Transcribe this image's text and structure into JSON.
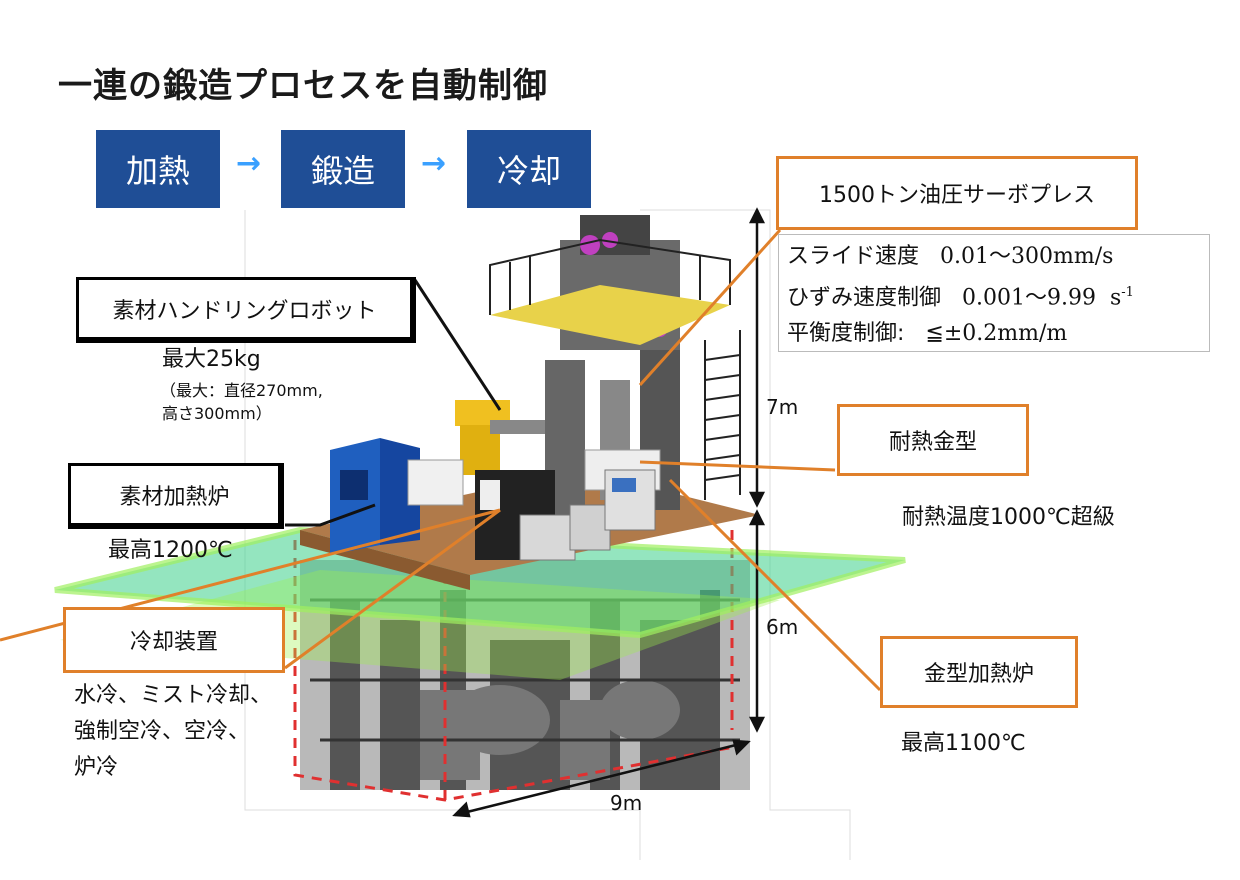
{
  "title": "一連の鍛造プロセスを自動制御",
  "steps": [
    "加熱",
    "鍛造",
    "冷却"
  ],
  "arrow_glyph": "→",
  "press": {
    "label": "1500トン油圧サーボプレス",
    "spec": [
      {
        "name": "スライド速度",
        "value": "0.01〜300mm/s"
      },
      {
        "name": "ひずみ速度制御",
        "value": "0.001〜9.99",
        "unit": "s",
        "sup": "-1"
      },
      {
        "name": "平衡度制御:",
        "value": "≦±0.2mm/m"
      }
    ]
  },
  "robot": {
    "label": "素材ハンドリングロボット",
    "max": "最大25kg",
    "detail_1": "（最大：直径270mm,",
    "detail_2": "高さ300mm）"
  },
  "furnace": {
    "label": "素材加熱炉",
    "max": "最高1200℃"
  },
  "die": {
    "label": "耐熱金型",
    "note": "耐熱温度1000℃超級"
  },
  "cooling": {
    "label": "冷却装置",
    "line_1": "水冷、ミスト冷却、",
    "line_2": "強制空冷、空冷、",
    "line_3": "炉冷"
  },
  "die_furnace": {
    "label": "金型加熱炉",
    "max": "最高1100℃"
  },
  "dimensions": {
    "upper_height": "7m",
    "lower_height": "6m",
    "width": "9m"
  },
  "colors": {
    "step_bg": "#1f4e96",
    "arrow": "#3aa0ff",
    "callout": "#e0802a",
    "floor": "#3ccf8a"
  }
}
